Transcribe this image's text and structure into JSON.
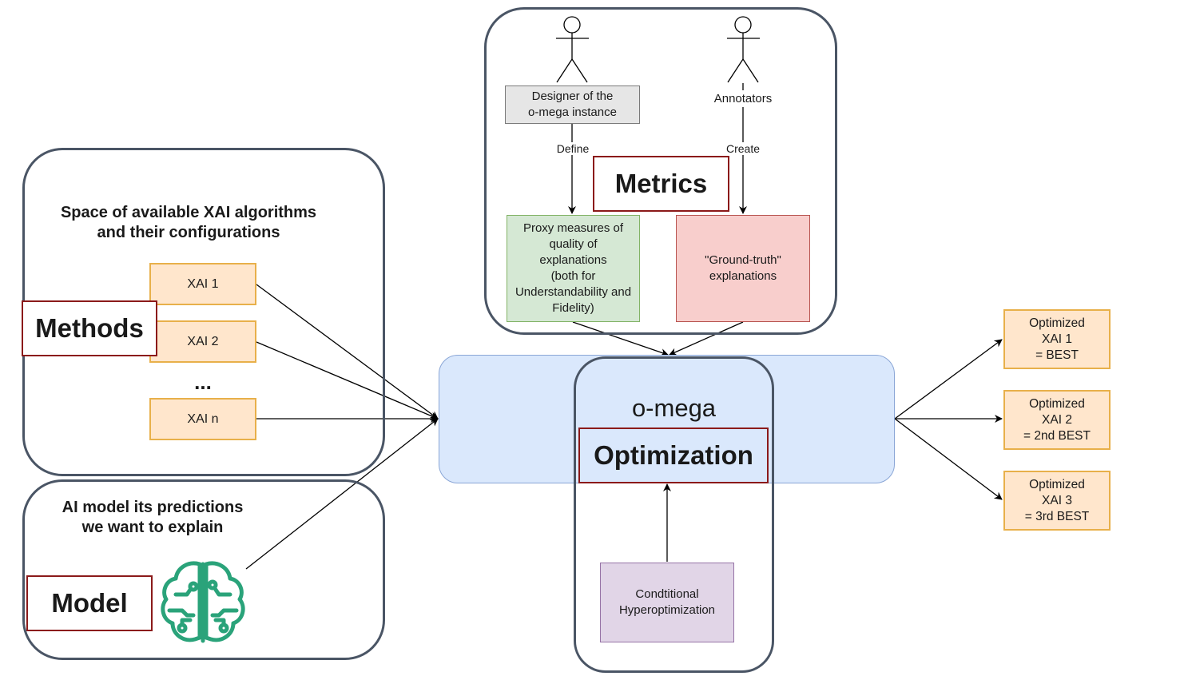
{
  "methods_group": {
    "heading_line1": "Space of available XAI algorithms",
    "heading_line2": "and their configurations",
    "tag": "Methods",
    "xai_items": [
      "XAI 1",
      "XAI 2",
      "XAI n"
    ],
    "ellipsis": "..."
  },
  "model_group": {
    "heading_line1": "AI model its predictions",
    "heading_line2": "we want to explain",
    "tag": "Model",
    "icon": "brain-circuit-icon",
    "icon_color": "#2aa37a"
  },
  "metrics_group": {
    "tag": "Metrics",
    "designer": {
      "line1": "Designer of the",
      "line2": "o-mega instance",
      "edge_label": "Define"
    },
    "annotators": {
      "label": "Annotators",
      "edge_label": "Create"
    },
    "proxy_measures": {
      "line1": "Proxy measures of",
      "line2": "quality of",
      "line3": "explanations",
      "line4": "(both for",
      "line5": "Understandability and",
      "line6": "Fidelity)"
    },
    "ground_truth": {
      "line1": "\"Ground-truth\"",
      "line2": "explanations"
    }
  },
  "omega": {
    "title": "o-mega",
    "tag": "Optimization",
    "hyperopt": {
      "line1": "Condtitional",
      "line2": "Hyperoptimization"
    }
  },
  "outputs": [
    {
      "line1": "Optimized",
      "line2": "XAI 1",
      "line3": "= BEST"
    },
    {
      "line1": "Optimized",
      "line2": "XAI 2",
      "line3": "= 2nd BEST"
    },
    {
      "line1": "Optimized",
      "line2": "XAI 3",
      "line3": "= 3rd BEST"
    }
  ],
  "colors": {
    "group_border": "#4a5565",
    "tag_border": "#8b1a1a",
    "xai_fill": "#ffe6cc",
    "omega_fill": "#dae8fc",
    "proxy_fill": "#d5e8d4",
    "ground_truth_fill": "#f8cecc",
    "hyperopt_fill": "#e1d5e7"
  }
}
